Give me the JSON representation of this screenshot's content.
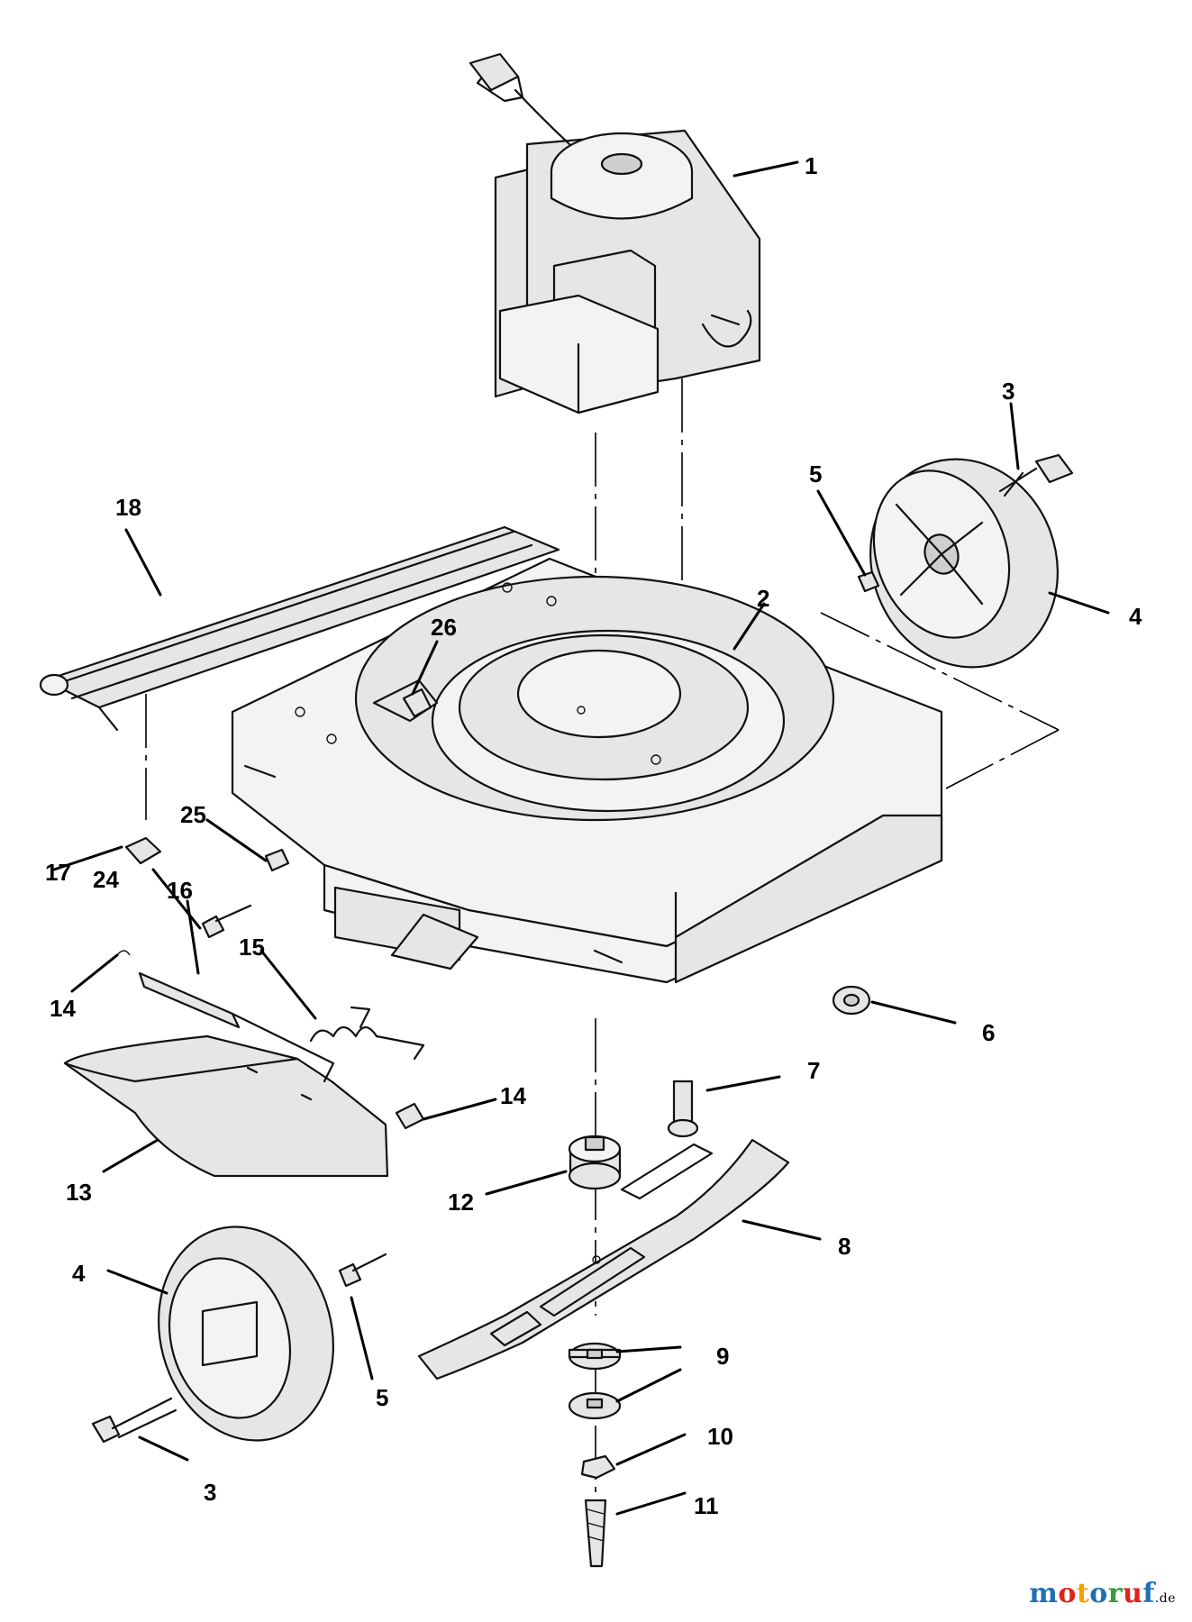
{
  "callouts": [
    {
      "id": "c1",
      "text": "1"
    },
    {
      "id": "c2",
      "text": "2"
    },
    {
      "id": "c3a",
      "text": "3"
    },
    {
      "id": "c3b",
      "text": "3"
    },
    {
      "id": "c4a",
      "text": "4"
    },
    {
      "id": "c4b",
      "text": "4"
    },
    {
      "id": "c5a",
      "text": "5"
    },
    {
      "id": "c5b",
      "text": "5"
    },
    {
      "id": "c6",
      "text": "6"
    },
    {
      "id": "c7",
      "text": "7"
    },
    {
      "id": "c8",
      "text": "8"
    },
    {
      "id": "c9",
      "text": "9"
    },
    {
      "id": "c10",
      "text": "10"
    },
    {
      "id": "c11",
      "text": "11"
    },
    {
      "id": "c12",
      "text": "12"
    },
    {
      "id": "c13",
      "text": "13"
    },
    {
      "id": "c14a",
      "text": "14"
    },
    {
      "id": "c14b",
      "text": "14"
    },
    {
      "id": "c15",
      "text": "15"
    },
    {
      "id": "c16",
      "text": "16"
    },
    {
      "id": "c17",
      "text": "17"
    },
    {
      "id": "c18",
      "text": "18"
    },
    {
      "id": "c24",
      "text": "24"
    },
    {
      "id": "c25",
      "text": "25"
    },
    {
      "id": "c26",
      "text": "26"
    }
  ],
  "brand": {
    "letters": [
      "m",
      "o",
      "t",
      "o",
      "r",
      "u",
      "f"
    ],
    "letter_colors": [
      "#1f6fb5",
      "#e2231a",
      "#f5a200",
      "#1f6fb5",
      "#3a9a3a",
      "#e2231a",
      "#1f6fb5"
    ],
    "suffix": ".de"
  }
}
